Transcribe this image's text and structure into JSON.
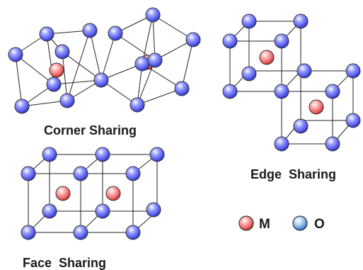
{
  "labels": {
    "corner": "Corner Sharing",
    "edge": "Edge  Sharing",
    "face": "Face  Sharing"
  },
  "legend": {
    "metal_label": "M",
    "oxygen_label": "O"
  },
  "colors": {
    "oxygen": "#4f55e6",
    "metal": "#e65a5a",
    "legend_oxygen": "#4a8fd8",
    "edge": "#222222",
    "text": "#1a1a1a"
  }
}
